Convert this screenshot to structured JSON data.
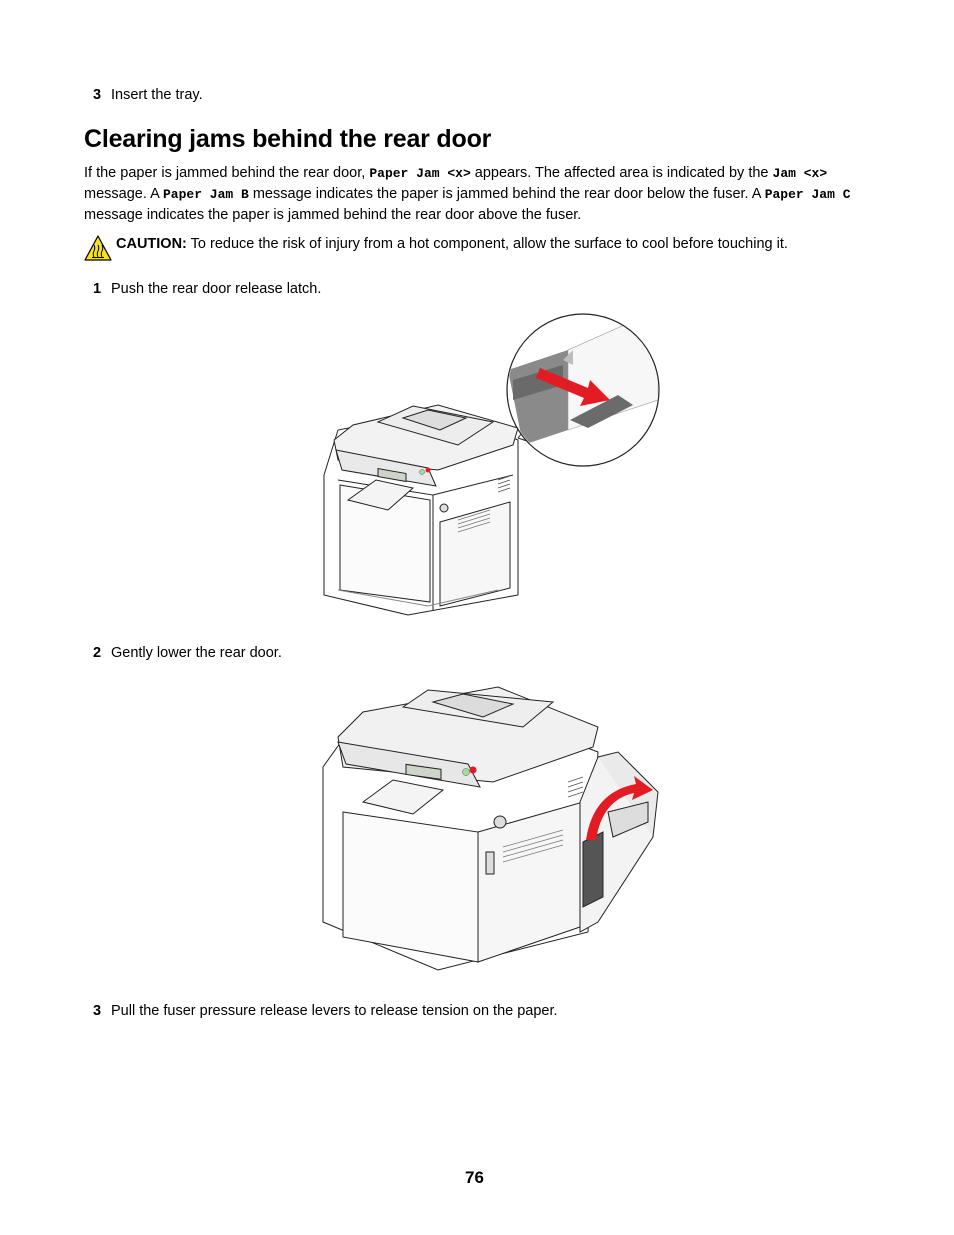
{
  "steps_top": {
    "num": "3",
    "text": "Insert the tray."
  },
  "heading": "Clearing jams behind the rear door",
  "intro": {
    "p1": "If the paper is jammed behind the rear door, ",
    "code1": "Paper Jam <x>",
    "p2": " appears. The affected area is indicated by the ",
    "code2": "Jam <x>",
    "p3": " message. A ",
    "code3": "Paper Jam B",
    "p4": " message indicates the paper is jammed behind the rear door below the fuser. A ",
    "code4": "Paper Jam C",
    "p5": " message indicates the paper is jammed behind the rear door above the fuser."
  },
  "caution": {
    "label": "CAUTION:",
    "text": " To reduce the risk of injury from a hot component, allow the surface to cool before touching it."
  },
  "step1": {
    "num": "1",
    "text": "Push the rear door release latch."
  },
  "step2": {
    "num": "2",
    "text": "Gently lower the rear door."
  },
  "step3": {
    "num": "3",
    "text": "Pull the fuser pressure release levers to release tension on the paper."
  },
  "page_number": "76",
  "colors": {
    "arrow_red": "#e31b23",
    "caution_yellow": "#f7e21b"
  }
}
